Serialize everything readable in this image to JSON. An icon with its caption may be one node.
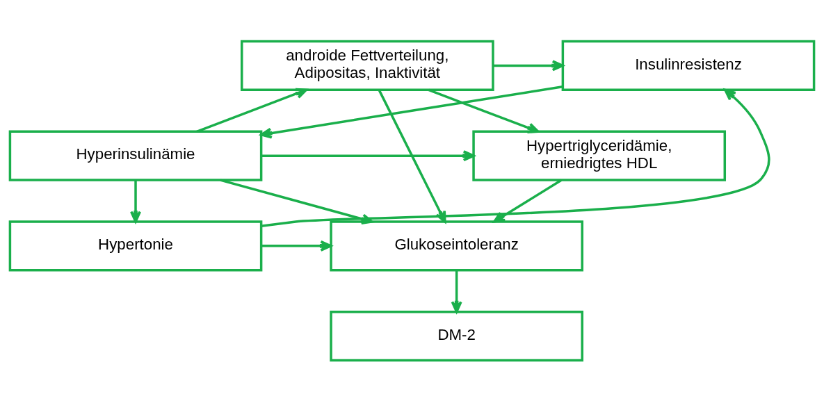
{
  "diagram": {
    "nodes": [
      {
        "text": [
          "Insulinresistenz"
        ]
      },
      {
        "text": [
          "Hyperinsulinämie"
        ]
      },
      {
        "text": [
          "Hypertonie"
        ]
      },
      {
        "text": [
          "androide Fettverteilung, Adipositas, Inaktivität"
        ]
      },
      {
        "text": [
          "Hypertriglyceridämie, erniedrigtes HDL"
        ]
      },
      {
        "text": [
          "Glukoseintoleranz"
        ]
      },
      {
        "text": [
          "DM-2"
        ]
      }
    ],
    "edges": [
      {
        "from": 0,
        "to": 1,
        "arrow": "to"
      },
      {
        "from": 1,
        "to": 2,
        "arrow": "to"
      },
      {
        "from": 2,
        "to": 0,
        "arrow": "to"
      },
      {
        "from": 3,
        "to": 0,
        "arrow": "to"
      },
      {
        "from": 1,
        "to": 3,
        "arrow": "to"
      },
      {
        "from": 1,
        "to": 4,
        "arrow": "to"
      },
      {
        "from": 1,
        "to": 5,
        "arrow": "to"
      },
      {
        "from": 2,
        "to": 5,
        "arrow": "to"
      },
      {
        "from": 3,
        "to": 4,
        "arrow": "to"
      },
      {
        "from": 4,
        "to": 5,
        "arrow": "to"
      },
      {
        "from": 3,
        "to": 5,
        "arrow": "to"
      },
      {
        "from": 5,
        "to": 6,
        "arrow": "to"
      }
    ]
  }
}
